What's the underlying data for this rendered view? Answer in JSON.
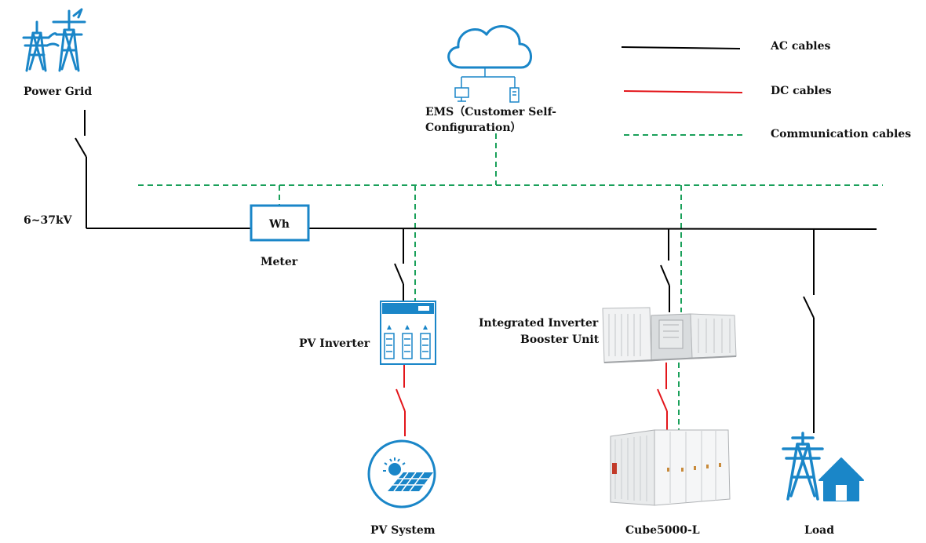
{
  "legend": {
    "ac": "AC cables",
    "dc": "DC cables",
    "comm": "Communication cables"
  },
  "nodes": {
    "power_grid": "Power Grid",
    "voltage": "6~37kV",
    "meter": "Meter",
    "meter_symbol": "Wh",
    "ems_line1": "EMS（Customer Self-",
    "ems_line2": "Configuration）",
    "pv_inverter": "PV Inverter",
    "booster_line1": "Integrated Inverter",
    "booster_line2": "Booster Unit",
    "pv_system": "PV System",
    "cube": "Cube5000-L",
    "load": "Load"
  },
  "colors": {
    "ac": "#000000",
    "dc": "#e3161b",
    "comm": "#1aa05a",
    "icon_blue": "#1a86c8"
  }
}
